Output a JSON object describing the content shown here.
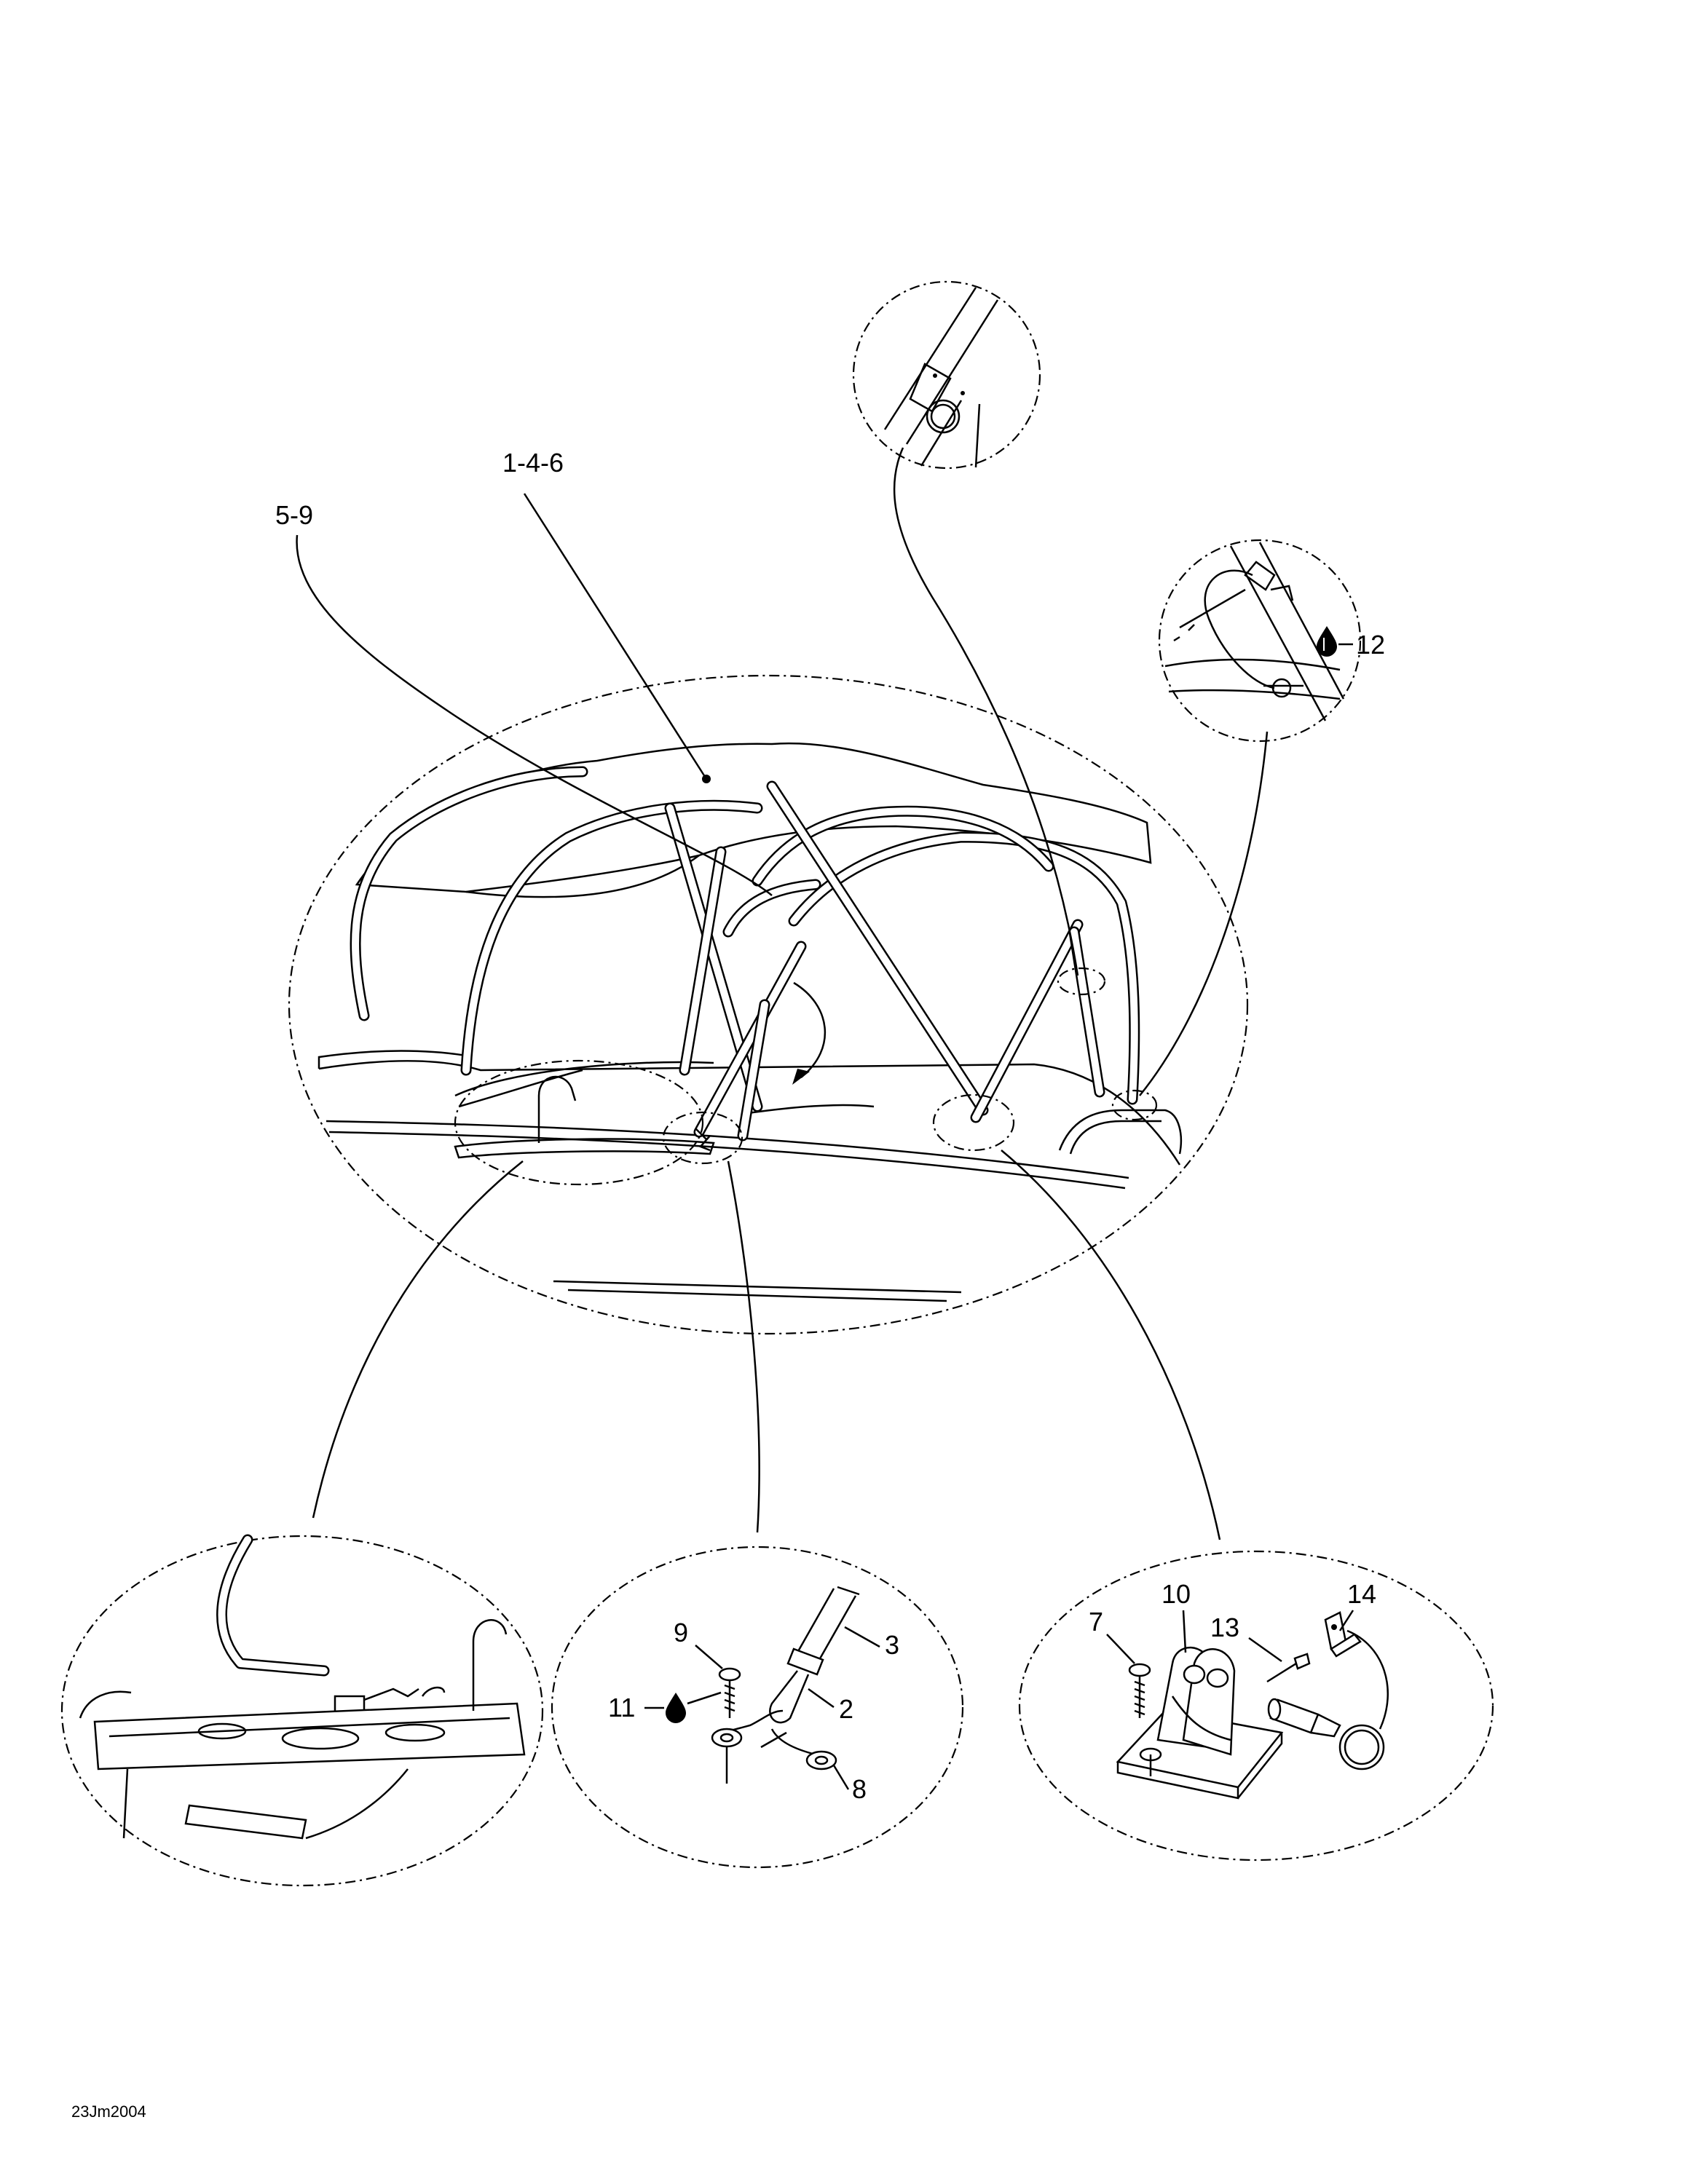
{
  "callouts": {
    "c1_4_6": "1-4-6",
    "c5_9": "5-9",
    "c12": "12",
    "c9": "9",
    "c3": "3",
    "c11": "11",
    "c2": "2",
    "c8": "8",
    "c7": "7",
    "c10": "10",
    "c13": "13",
    "c14": "14"
  },
  "drawing_reference": "23Jm2004",
  "icons": [
    "lubricant-drop-icon"
  ]
}
